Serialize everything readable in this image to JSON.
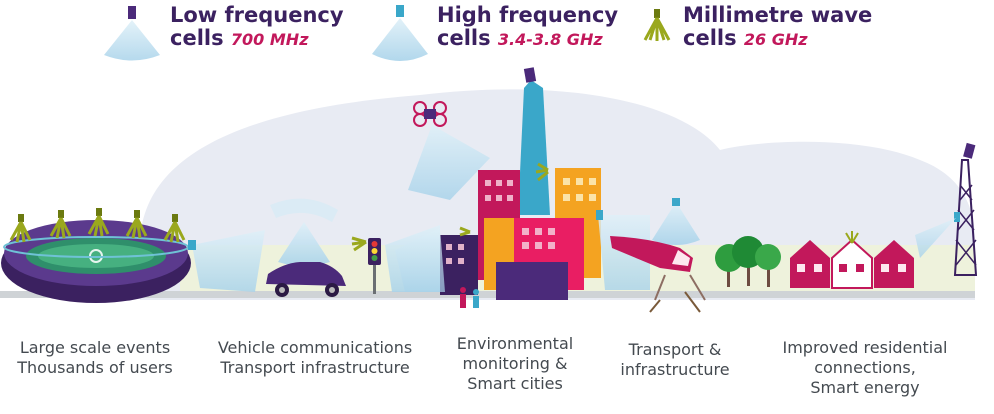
{
  "legend": [
    {
      "label_line1": "Low frequency",
      "label_line2": "cells",
      "freq": "700 MHz"
    },
    {
      "label_line1": "High frequency",
      "label_line2": "cells",
      "freq": "3.4-3.8 GHz"
    },
    {
      "label_line1": "Millimetre wave",
      "label_line2": "cells",
      "freq": "26 GHz"
    }
  ],
  "captions": [
    {
      "lines": [
        "Large scale events",
        "Thousands of users"
      ]
    },
    {
      "lines": [
        "Vehicle communications",
        "Transport infrastructure"
      ]
    },
    {
      "lines": [
        "Environmental",
        "monitoring &",
        "Smart cities"
      ]
    },
    {
      "lines": [
        "Transport &",
        "infrastructure"
      ]
    },
    {
      "lines": [
        "Improved residential",
        "connections,",
        "Smart energy"
      ]
    }
  ],
  "colors": {
    "low_cell": "#4b2a7a",
    "high_cell": "#3aa7c9",
    "mmwave_cell": "#9aa81d",
    "beam": "#c8e4f2",
    "coverage": "#e6eaf2",
    "text": "#444a50",
    "accent": "#c2185b"
  }
}
